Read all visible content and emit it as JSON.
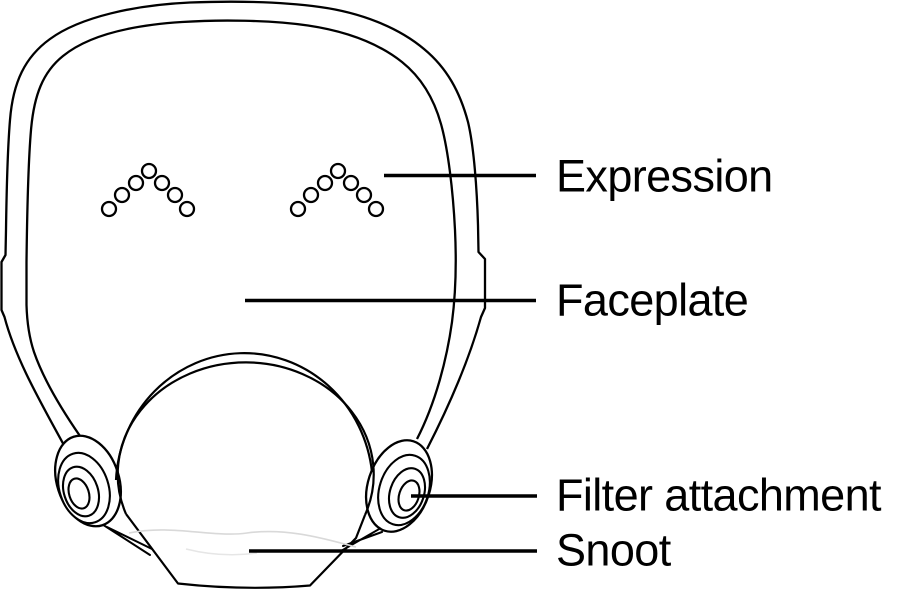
{
  "diagram": {
    "labels": {
      "expression": "Expression",
      "faceplate": "Faceplate",
      "filter_attachment": "Filter attachment",
      "snoot": "Snoot"
    },
    "colors": {
      "line": "#000000",
      "background": "#ffffff",
      "faint_detail": "#d9d9d9"
    }
  }
}
